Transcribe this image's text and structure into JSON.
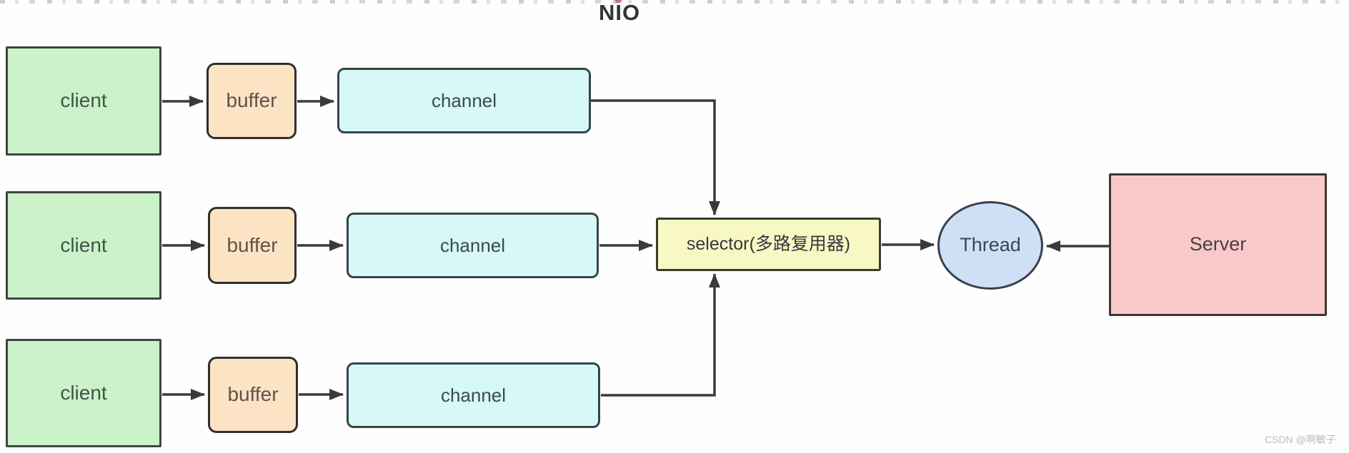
{
  "title": "NIO",
  "watermark": "CSDN @啊敏子",
  "nodes": {
    "rows": [
      {
        "client": "client",
        "buffer": "buffer",
        "channel": "channel"
      },
      {
        "client": "client",
        "buffer": "buffer",
        "channel": "channel"
      },
      {
        "client": "client",
        "buffer": "buffer",
        "channel": "channel"
      }
    ],
    "selector": "selector(多路复用器)",
    "thread": "Thread",
    "server": "Server"
  },
  "colors": {
    "line": "#3a3a3a",
    "title_text": "#2f353a",
    "client_fill": "#cbf2c9",
    "client_border": "#3f453f",
    "client_text": "#41544a",
    "buffer_fill": "#fce3c4",
    "buffer_border": "#2f2f2f",
    "buffer_text": "#5f5349",
    "channel_fill": "#d6f8f6",
    "channel_border": "#364447",
    "channel_text": "#3c4950",
    "selector_fill": "#f8f8c5",
    "selector_border": "#3a3a30",
    "selector_text": "#35393d",
    "thread_fill": "#cfe0f6",
    "thread_border": "#39414d",
    "thread_text": "#394757",
    "server_fill": "#f9c9c9",
    "server_border": "#413434",
    "server_text": "#4a3f44",
    "watermark_text": "#b4bac4"
  }
}
